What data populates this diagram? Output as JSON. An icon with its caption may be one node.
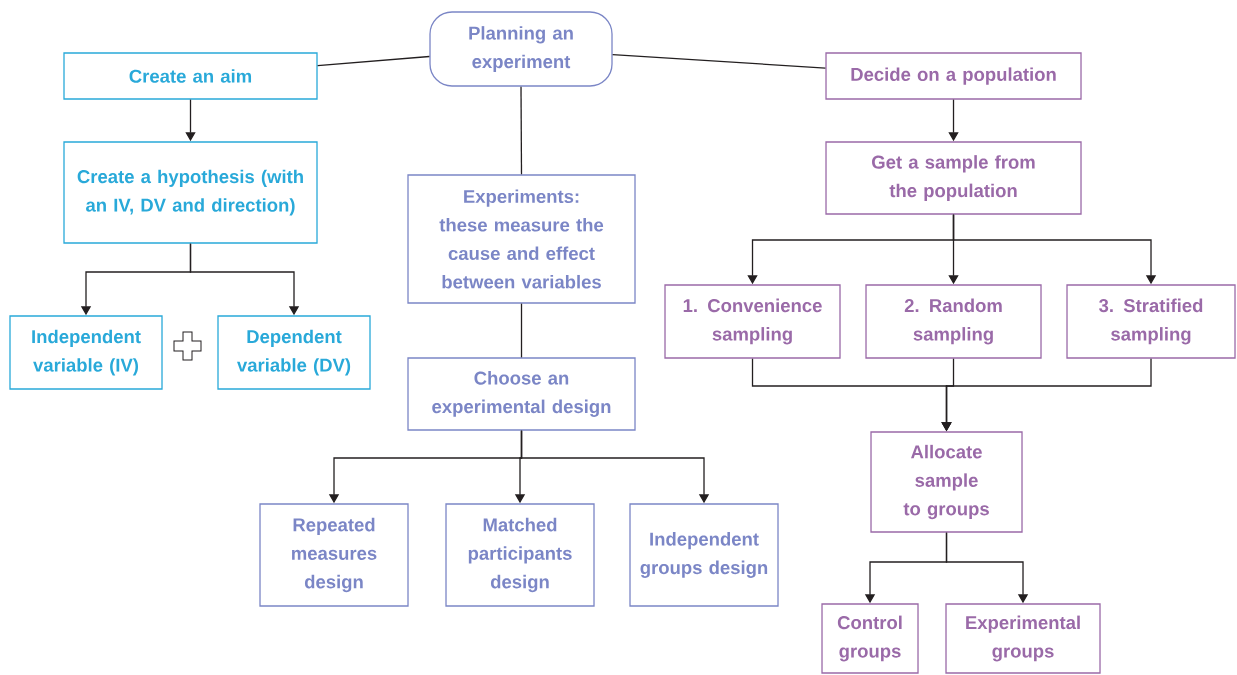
{
  "diagram": {
    "nodes": [
      {
        "text": [
          "Planning an experiment"
        ]
      },
      {
        "text": [
          "Create an aim"
        ]
      },
      {
        "text": [
          "Create a hypothesis (with an IV, DV and direction)"
        ]
      },
      {
        "text": [
          "Independent variable (IV)"
        ]
      },
      {
        "text": [
          "Dependent variable (DV)"
        ]
      },
      {
        "text": [
          "Experiments: these measure the cause and effect between variables"
        ]
      },
      {
        "text": [
          "Choose an experimental design"
        ]
      },
      {
        "text": [
          "Repeated measures design"
        ]
      },
      {
        "text": [
          "Matched participants design"
        ]
      },
      {
        "text": [
          "Independent groups design"
        ]
      },
      {
        "text": [
          "Decide on a population"
        ]
      },
      {
        "text": [
          "Get a sample from the population"
        ]
      },
      {
        "text": [
          "1. Convenience sampling"
        ]
      },
      {
        "text": [
          "2. Random sampling"
        ]
      },
      {
        "text": [
          "3. Stratified sampling"
        ]
      },
      {
        "text": [
          "Allocate sample to groups"
        ]
      },
      {
        "text": [
          "Control groups"
        ]
      },
      {
        "text": [
          "Experimental groups"
        ]
      }
    ],
    "edges": [
      {
        "from": 0,
        "to": 1,
        "arrow": "none"
      },
      {
        "from": 0,
        "to": 5,
        "arrow": "none"
      },
      {
        "from": 0,
        "to": 10,
        "arrow": "none"
      },
      {
        "from": 1,
        "to": 2,
        "arrow": "to"
      },
      {
        "from": 2,
        "to": 3,
        "arrow": "to"
      },
      {
        "from": 2,
        "to": 4,
        "arrow": "to"
      },
      {
        "from": 5,
        "to": 6,
        "arrow": "none"
      },
      {
        "from": 6,
        "to": 7,
        "arrow": "to"
      },
      {
        "from": 6,
        "to": 8,
        "arrow": "to"
      },
      {
        "from": 6,
        "to": 9,
        "arrow": "to"
      },
      {
        "from": 10,
        "to": 11,
        "arrow": "to"
      },
      {
        "from": 11,
        "to": 12,
        "arrow": "to"
      },
      {
        "from": 11,
        "to": 13,
        "arrow": "to"
      },
      {
        "from": 11,
        "to": 14,
        "arrow": "to"
      },
      {
        "from": 12,
        "to": 15,
        "arrow": "to"
      },
      {
        "from": 13,
        "to": 15,
        "arrow": "to"
      },
      {
        "from": 14,
        "to": 15,
        "arrow": "to"
      },
      {
        "from": 15,
        "to": 16,
        "arrow": "to"
      },
      {
        "from": 15,
        "to": 17,
        "arrow": "to"
      }
    ]
  }
}
